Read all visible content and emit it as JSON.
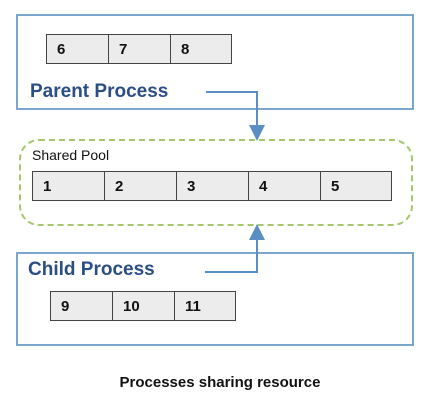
{
  "parent": {
    "label": "Parent Process",
    "cells": [
      "6",
      "7",
      "8"
    ]
  },
  "pool": {
    "label": "Shared Pool",
    "cells": [
      "1",
      "2",
      "3",
      "4",
      "5"
    ]
  },
  "child": {
    "label": "Child Process",
    "cells": [
      "9",
      "10",
      "11"
    ]
  },
  "caption": "Processes sharing resource",
  "colors": {
    "box_border": "#7aa7cf",
    "pool_border": "#a8c66c",
    "label_text": "#2c4e86",
    "arrow": "#5b8fc4",
    "cell_fill": "#ececec"
  }
}
